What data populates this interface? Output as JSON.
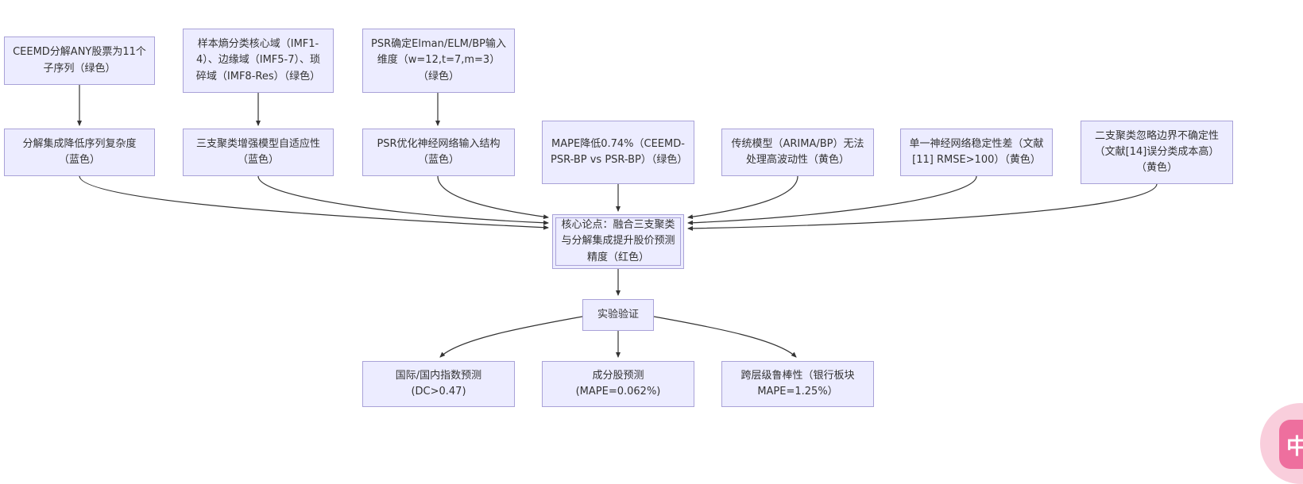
{
  "diagram": {
    "type": "flowchart",
    "colors": {
      "node_fill": "#ECECFF",
      "node_border": "#A9A2D8",
      "arrow": "#333333",
      "text": "#333333",
      "badge_outer": "#F9CEDC",
      "badge_inner": "#EE6F9E",
      "badge_text": "#FFFFFF"
    },
    "nodes": {
      "ceemd": {
        "label": "CEEMD分解ANY股票为11个子序列（绿色）"
      },
      "sample_entropy": {
        "label": "样本熵分类核心域（IMF1-4）、边缘域（IMF5-7）、琐碎域（IMF8-Res）（绿色）"
      },
      "psr_input": {
        "label": "PSR确定Elman/ELM/BP输入维度（w=12,t=7,m=3）（绿色）"
      },
      "decomp": {
        "label": "分解集成降低序列复杂度（蓝色）"
      },
      "three_way": {
        "label": "三支聚类增强模型自适应性（蓝色）"
      },
      "psr_structure": {
        "label": "PSR优化神经网络输入结构（蓝色）"
      },
      "mape_reduce": {
        "label": "MAPE降低0.74%（CEEMD-PSR-BP vs PSR-BP）（绿色）"
      },
      "traditional": {
        "label": "传统模型（ARIMA/BP）无法处理高波动性（黄色）"
      },
      "single_nn": {
        "label": "单一神经网络稳定性差（文献[11] RMSE>100）（黄色）"
      },
      "two_way": {
        "label": "二支聚类忽略边界不确定性（文献[14]误分类成本高）（黄色）"
      },
      "core_thesis": {
        "label": "核心论点：融合三支聚类与分解集成提升股价预测精度（红色）"
      },
      "experiment": {
        "label": "实验验证"
      },
      "index_pred": {
        "label": "国际/国内指数预测 (DC>0.47)"
      },
      "constituent_pred": {
        "label": "成分股预测 (MAPE=0.062%)"
      },
      "robustness": {
        "label": "跨层级鲁棒性（银行板块 MAPE=1.25%）"
      }
    },
    "edges": [
      {
        "from": "ceemd",
        "to": "decomp"
      },
      {
        "from": "sample_entropy",
        "to": "three_way"
      },
      {
        "from": "psr_input",
        "to": "psr_structure"
      },
      {
        "from": "decomp",
        "to": "core_thesis"
      },
      {
        "from": "three_way",
        "to": "core_thesis"
      },
      {
        "from": "psr_structure",
        "to": "core_thesis"
      },
      {
        "from": "mape_reduce",
        "to": "core_thesis"
      },
      {
        "from": "traditional",
        "to": "core_thesis"
      },
      {
        "from": "single_nn",
        "to": "core_thesis"
      },
      {
        "from": "two_way",
        "to": "core_thesis"
      },
      {
        "from": "core_thesis",
        "to": "experiment"
      },
      {
        "from": "experiment",
        "to": "index_pred"
      },
      {
        "from": "experiment",
        "to": "constituent_pred"
      },
      {
        "from": "experiment",
        "to": "robustness"
      }
    ]
  },
  "badge": {
    "label": "中A"
  }
}
